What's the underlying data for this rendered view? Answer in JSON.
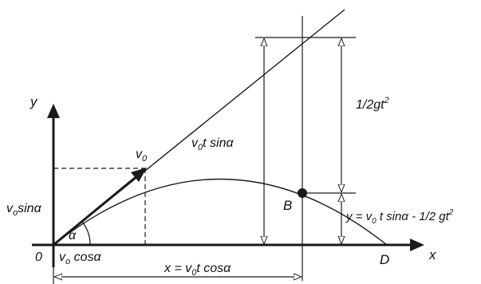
{
  "labels": {
    "axis_y": "y",
    "axis_x": "x",
    "origin": "0",
    "point_b": "B",
    "point_d": "D",
    "angle": "α",
    "v0_base": "v",
    "v0_sub": "0",
    "vsin_base": "v",
    "vsin_sub": "o",
    "vsin_tail": "sinα",
    "vcos_base": "v",
    "vcos_sub": "o",
    "vcos_tail": " cosα",
    "vtsin_base": "v",
    "vtsin_sub": "0",
    "vtsin_tail": "t sinα",
    "half_gt2_base": "1/2gt",
    "half_gt2_sup": "2",
    "xeq_head": "x = v",
    "xeq_sub": "0",
    "xeq_tail": "t cosα",
    "yeq_head": "y = v",
    "yeq_sub": "0",
    "yeq_mid": " t sinα - 1/2 gt",
    "yeq_sup": "2"
  }
}
